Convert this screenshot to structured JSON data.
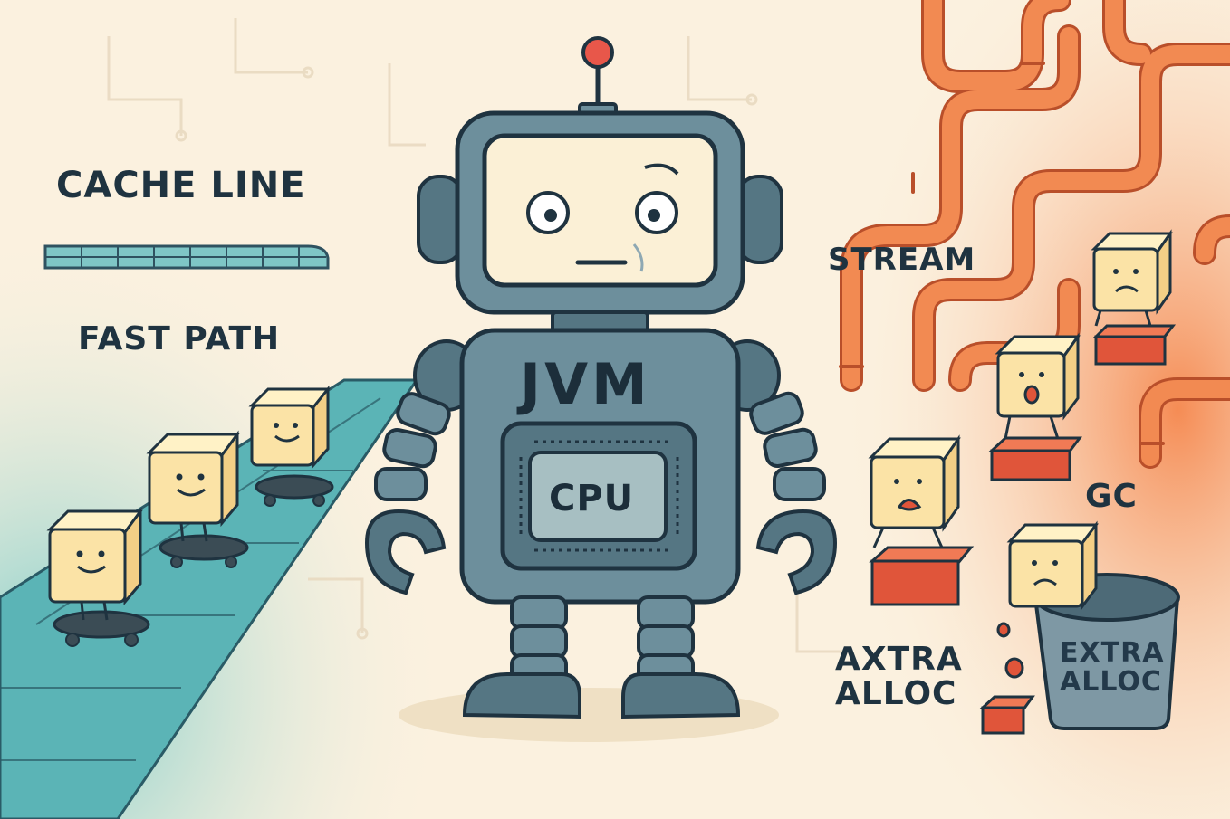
{
  "labels": {
    "cache_line": "CACHE LINE",
    "fast_path": "FAST PATH",
    "jvm": "JVM",
    "cpu": "CPU",
    "stream": "STREAM",
    "gc": "GC",
    "axtra_alloc": "AXTRA ALLOC",
    "extra_alloc": "EXTRA ALLOC"
  },
  "colors": {
    "background": "#fbf1df",
    "left_glow": "#8fd3cf",
    "right_glow": "#f58a4e",
    "pipe": "#ee7440",
    "robot_body": "#6d8f9c",
    "robot_outline": "#1f3340",
    "cube": "#fbe3a6",
    "brick": "#e0553a",
    "skateboard": "#3b4c55",
    "antenna_ball": "#e8574a"
  },
  "icons": [
    "robot",
    "cube-character",
    "skateboard",
    "brick",
    "trash-bin",
    "pipe",
    "cpu-chip"
  ]
}
